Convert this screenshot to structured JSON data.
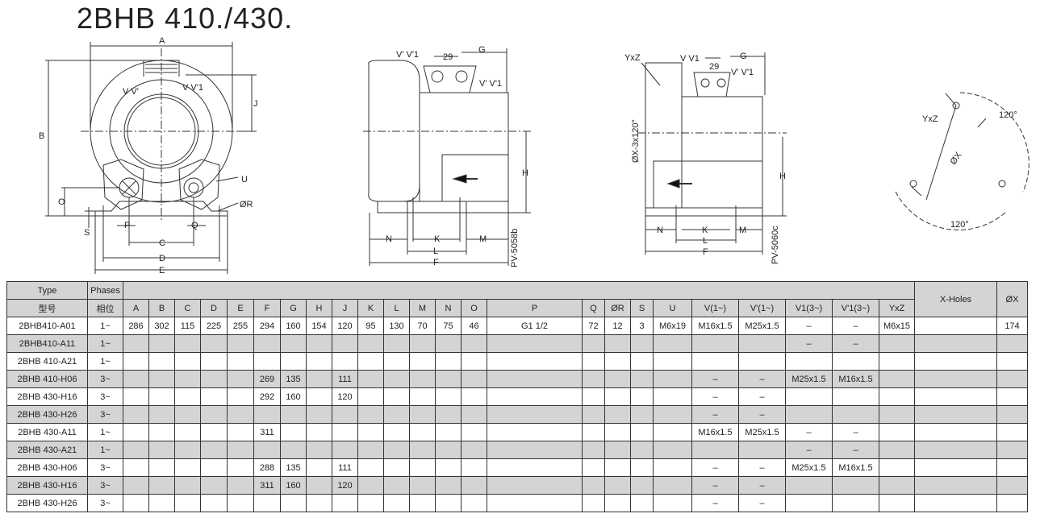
{
  "title": "2BHB 410./430.",
  "drawings": {
    "view1_labels": {
      "A": "A",
      "B": "B",
      "J": "J",
      "O": "O",
      "S": "S",
      "P": "P",
      "C": "C",
      "Q": "Q",
      "D": "D",
      "E": "E",
      "U": "U",
      "R": "ØR",
      "vv_left": "V V'",
      "vv_right": "V V'1"
    },
    "view2_labels": {
      "v_pair": "V' V'1",
      "d29": "29",
      "G": "G",
      "v_right": "V' V'1",
      "H": "H",
      "N": "N",
      "K": "K",
      "M": "M",
      "L": "L",
      "F": "F",
      "code": "PV-5058b"
    },
    "view3_labels": {
      "yxz": "YxZ",
      "v_v1": "V V1",
      "d29": "29",
      "G": "G",
      "v_right": "V' V'1",
      "ox": "ØX-3x120°",
      "H": "H",
      "N": "N",
      "K": "K",
      "M": "M",
      "L": "L",
      "F": "F",
      "code": "PV-5060c"
    },
    "view4_labels": {
      "yxz": "YxZ",
      "ox": "ØX",
      "a1": "120°",
      "a2": "120°"
    }
  },
  "table": {
    "header1": {
      "type": "Type",
      "phases": "Phases",
      "xholes": "X-Holes",
      "ox": "ØX"
    },
    "header2": {
      "type": "型号",
      "phases": "相位",
      "cols": [
        "A",
        "B",
        "C",
        "D",
        "E",
        "F",
        "G",
        "H",
        "J",
        "K",
        "L",
        "M",
        "N",
        "O",
        "P",
        "Q",
        "ØR",
        "S",
        "U",
        "V(1~)",
        "V'(1~)",
        "V1(3~)",
        "V'1(3~)",
        "YxZ"
      ]
    },
    "rows": [
      [
        "2BHB410-A01",
        "1~",
        "286",
        "302",
        "115",
        "225",
        "255",
        "294",
        "160",
        "154",
        "120",
        "95",
        "130",
        "70",
        "75",
        "46",
        "G1 1/2",
        "72",
        "12",
        "3",
        "M6x19",
        "M16x1.5",
        "M25x1.5",
        "–",
        "–",
        "M6x15",
        "",
        "174"
      ],
      [
        "2BHB410-A11",
        "1~",
        "",
        "",
        "",
        "",
        "",
        "",
        "",
        "",
        "",
        "",
        "",
        "",
        "",
        "",
        "",
        "",
        "",
        "",
        "",
        "",
        "",
        "–",
        "–",
        "",
        "",
        ""
      ],
      [
        "2BHB 410-A21",
        "1~",
        "",
        "",
        "",
        "",
        "",
        "",
        "",
        "",
        "",
        "",
        "",
        "",
        "",
        "",
        "",
        "",
        "",
        "",
        "",
        "",
        "",
        "",
        "",
        "",
        "",
        ""
      ],
      [
        "2BHB 410-H06",
        "3~",
        "",
        "",
        "",
        "",
        "",
        "269",
        "135",
        "",
        "111",
        "",
        "",
        "",
        "",
        "",
        "",
        "",
        "",
        "",
        "",
        "–",
        "–",
        "M25x1.5",
        "M16x1.5",
        "",
        "",
        ""
      ],
      [
        "2BHB 430-H16",
        "3~",
        "",
        "",
        "",
        "",
        "",
        "292",
        "160",
        "",
        "120",
        "",
        "",
        "",
        "",
        "",
        "",
        "",
        "",
        "",
        "",
        "–",
        "–",
        "",
        "",
        "",
        "",
        ""
      ],
      [
        "2BHB 430-H26",
        "3~",
        "",
        "",
        "",
        "",
        "",
        "",
        "",
        "",
        "",
        "",
        "",
        "",
        "",
        "",
        "",
        "",
        "",
        "",
        "",
        "–",
        "–",
        "",
        "",
        "",
        "",
        ""
      ],
      [
        "2BHB 430-A11",
        "1~",
        "",
        "",
        "",
        "",
        "",
        "311",
        "",
        "",
        "",
        "",
        "",
        "",
        "",
        "",
        "",
        "",
        "",
        "",
        "",
        "M16x1.5",
        "M25x1.5",
        "–",
        "–",
        "",
        "",
        ""
      ],
      [
        "2BHB 430-A21",
        "1~",
        "",
        "",
        "",
        "",
        "",
        "",
        "",
        "",
        "",
        "",
        "",
        "",
        "",
        "",
        "",
        "",
        "",
        "",
        "",
        "",
        "",
        "–",
        "–",
        "",
        "",
        ""
      ],
      [
        "2BHB 430-H06",
        "3~",
        "",
        "",
        "",
        "",
        "",
        "288",
        "135",
        "",
        "111",
        "",
        "",
        "",
        "",
        "",
        "",
        "",
        "",
        "",
        "",
        "–",
        "–",
        "M25x1.5",
        "M16x1.5",
        "",
        "",
        ""
      ],
      [
        "2BHB 430-H16",
        "3~",
        "",
        "",
        "",
        "",
        "",
        "311",
        "160",
        "",
        "120",
        "",
        "",
        "",
        "",
        "",
        "",
        "",
        "",
        "",
        "",
        "–",
        "–",
        "",
        "",
        "",
        "",
        ""
      ],
      [
        "2BHB 430-H26",
        "3~",
        "",
        "",
        "",
        "",
        "",
        "",
        "",
        "",
        "",
        "",
        "",
        "",
        "",
        "",
        "",
        "",
        "",
        "",
        "",
        "–",
        "–",
        "",
        "",
        "",
        "",
        ""
      ]
    ]
  }
}
